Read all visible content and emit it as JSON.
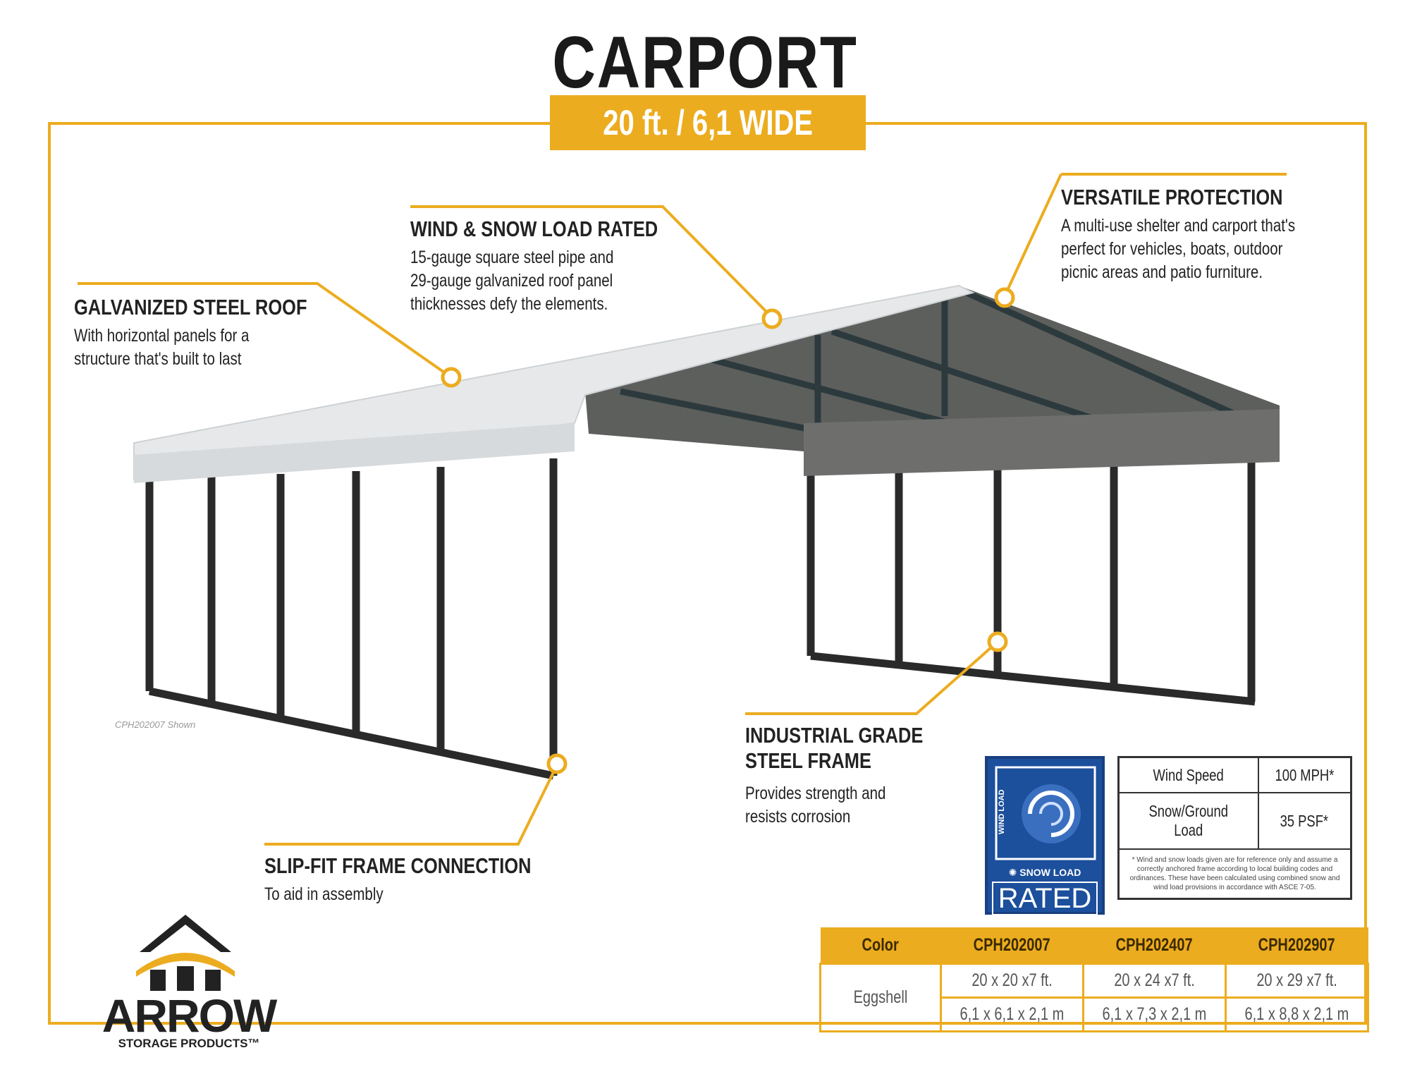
{
  "header": {
    "title": "CARPORT",
    "banner": "20 ft. / 6,1 WIDE"
  },
  "callouts": {
    "roof": {
      "title": "GALVANIZED STEEL ROOF",
      "lines": [
        "With horizontal panels for a",
        "structure that's built to last"
      ]
    },
    "load": {
      "title": "WIND & SNOW LOAD RATED",
      "lines": [
        "15-gauge square steel pipe and",
        "29-gauge galvanized roof panel",
        "thicknesses defy the elements."
      ]
    },
    "versatile": {
      "title": "VERSATILE PROTECTION",
      "lines": [
        "A multi-use shelter and carport that's",
        "perfect for vehicles, boats, outdoor",
        "picnic areas and patio furniture."
      ]
    },
    "frame": {
      "title_lines": [
        "INDUSTRIAL GRADE",
        "STEEL FRAME"
      ],
      "lines": [
        "Provides strength and",
        "resists corrosion"
      ]
    },
    "slipfit": {
      "title": "SLIP-FIT FRAME CONNECTION",
      "lines": [
        "To aid in assembly"
      ]
    }
  },
  "caption": "CPH202007 Shown",
  "badge": {
    "vertical": "WIND LOAD",
    "snow": "SNOW LOAD",
    "rated": "RATED"
  },
  "spec": {
    "rows": [
      {
        "label": "Wind Speed",
        "value": "100 MPH*"
      },
      {
        "label": "Snow/Ground Load",
        "value": "35 PSF*"
      }
    ],
    "footnote": "* Wind and snow loads given are for reference only and assume a correctly anchored frame according to local building codes and ordinances. These have been calculated using combined snow and wind load provisions in accordance with ASCE 7-05."
  },
  "products": {
    "headers": [
      "Color",
      "CPH202007",
      "CPH202407",
      "CPH202907"
    ],
    "color": "Eggshell",
    "imperial": [
      "20 x 20 x7 ft.",
      "20 x 24 x7 ft.",
      "20 x 29 x7 ft."
    ],
    "metric": [
      "6,1 x 6,1 x 2,1 m",
      "6,1 x 7,3 x 2,1 m",
      "6,1 x 8,8 x 2,1 m"
    ]
  },
  "logo": {
    "name": "ARROW",
    "sub": "STORAGE PRODUCTS™"
  },
  "colors": {
    "accent": "#ECAC1F",
    "badge": "#1c4f9c"
  }
}
